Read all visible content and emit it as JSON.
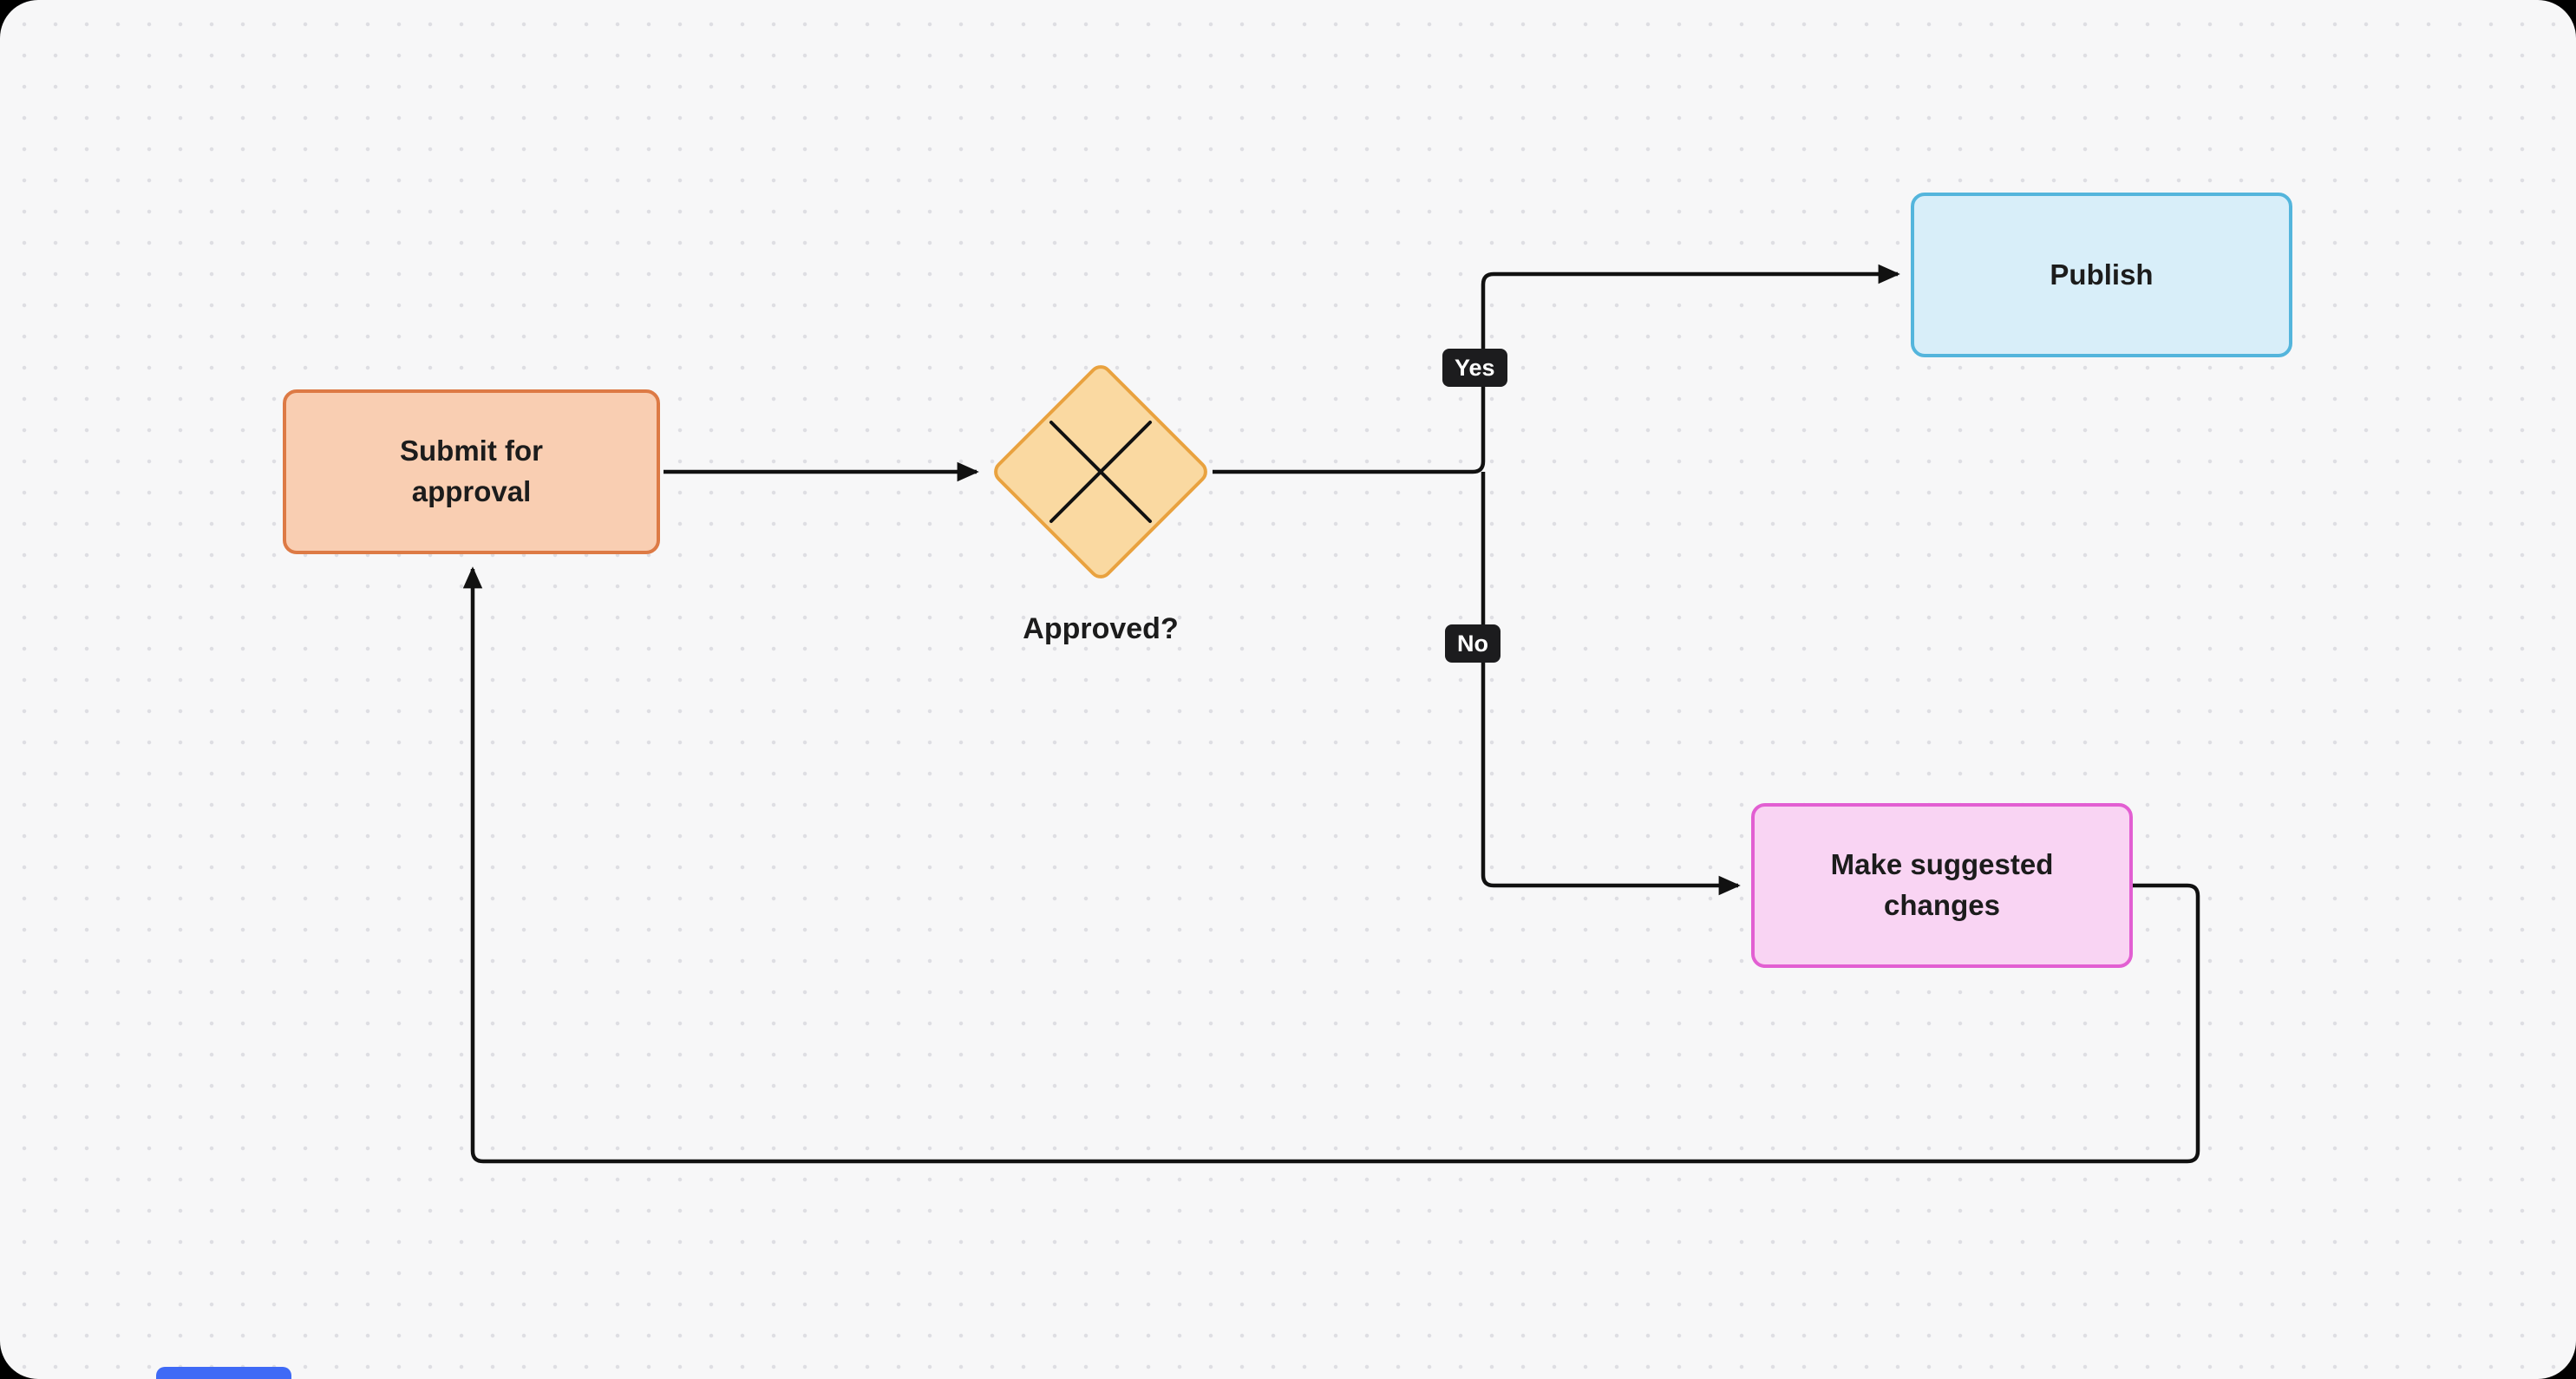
{
  "canvas": {
    "background": "#F7F7F8",
    "dot_color": "#DEDEE3"
  },
  "nodes": {
    "submit": {
      "label": "Submit for approval",
      "fill": "#F9CEB2",
      "border": "#DD7A45"
    },
    "decision": {
      "label": "Approved?",
      "fill": "#FAD9A1",
      "border": "#E9A23F"
    },
    "publish": {
      "label": "Publish",
      "fill": "#D8EEF9",
      "border": "#54B5DC"
    },
    "changes": {
      "label": "Make suggested changes",
      "fill": "#F9D4F3",
      "border": "#E25FD2"
    }
  },
  "edges": {
    "yes_label": "Yes",
    "no_label": "No",
    "line_color": "#111111",
    "badge_bg": "#1C1C1E",
    "badge_text_color": "#FFFFFF"
  }
}
